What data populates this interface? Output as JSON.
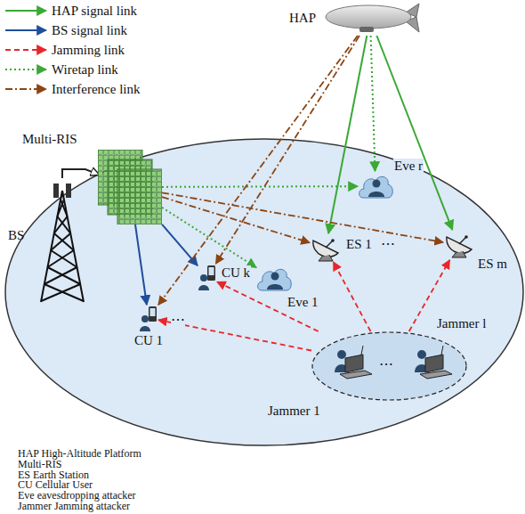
{
  "diagram": {
    "nodes": [
      {
        "text": [
          "HAP"
        ]
      },
      {
        "text": [
          "Multi-RIS"
        ]
      },
      {
        "text": [
          "Eve r"
        ]
      },
      {
        "text": [
          "BS"
        ]
      },
      {
        "text": [
          "ES 1"
        ]
      },
      {
        "text": [
          "ES m"
        ]
      },
      {
        "text": [
          "CU k"
        ]
      },
      {
        "text": [
          "Eve 1"
        ]
      },
      {
        "text": [
          "CU 1"
        ]
      },
      {
        "text": [
          "Jammer l",
          "Jammer 1"
        ]
      }
    ],
    "edges": [
      {
        "from": 3,
        "to": 1,
        "arrow": "to"
      },
      {
        "from": 1,
        "to": 8,
        "arrow": "to"
      },
      {
        "from": 1,
        "to": 6,
        "arrow": "to"
      },
      {
        "from": 0,
        "to": 4,
        "arrow": "to"
      },
      {
        "from": 0,
        "to": 5,
        "arrow": "to"
      },
      {
        "from": 0,
        "to": 2,
        "arrow": "to"
      },
      {
        "from": 1,
        "to": 2,
        "arrow": "to"
      },
      {
        "from": 1,
        "to": 7,
        "arrow": "to"
      },
      {
        "from": 1,
        "to": 4,
        "arrow": "to"
      },
      {
        "from": 1,
        "to": 5,
        "arrow": "to"
      },
      {
        "from": 0,
        "to": 8,
        "arrow": "to"
      },
      {
        "from": 0,
        "to": 6,
        "arrow": "to"
      },
      {
        "from": 9,
        "to": 8,
        "arrow": "to"
      },
      {
        "from": 9,
        "to": 6,
        "arrow": "to"
      },
      {
        "from": 9,
        "to": 4,
        "arrow": "to"
      },
      {
        "from": 9,
        "to": 5,
        "arrow": "to"
      }
    ],
    "labels": [
      "⋯",
      "⋯",
      "⋯",
      "HAP High-Altitude Platform",
      "Multi-RIS",
      "ES Earth Station",
      "CU Cellular User",
      "Eve eavesdropping attacker",
      "Jammer Jamming attacker"
    ],
    "legend": [
      {
        "text": "HAP signal link"
      },
      {
        "text": "BS signal link"
      },
      {
        "text": "Jamming link"
      },
      {
        "text": "Wiretap link"
      },
      {
        "text": "Interference link"
      }
    ]
  }
}
